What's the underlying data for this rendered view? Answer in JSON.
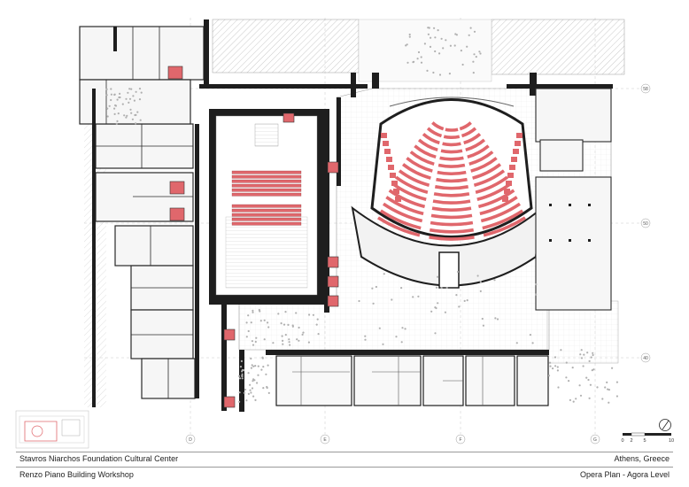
{
  "project": {
    "title": "Stavros Niarchos Foundation Cultural Center",
    "architect": "Renzo Piano Building Workshop",
    "location": "Athens, Greece",
    "drawing": "Opera Plan - Agora Level"
  },
  "grid_labels": {
    "columns": [
      "D",
      "E",
      "F",
      "G"
    ],
    "rows": [
      "58",
      "50",
      "40"
    ]
  },
  "scale_bar": {
    "ticks": [
      "0",
      "2",
      "5",
      "10"
    ]
  },
  "colors": {
    "seat_red": "#e0676c",
    "wall": "#1e1e1e",
    "hatch": "#d0d0d0",
    "floor_grid": "#e8e8e8"
  },
  "icons": {
    "north_arrow": "north-arrow-icon",
    "key_plan": "key-plan-icon"
  }
}
